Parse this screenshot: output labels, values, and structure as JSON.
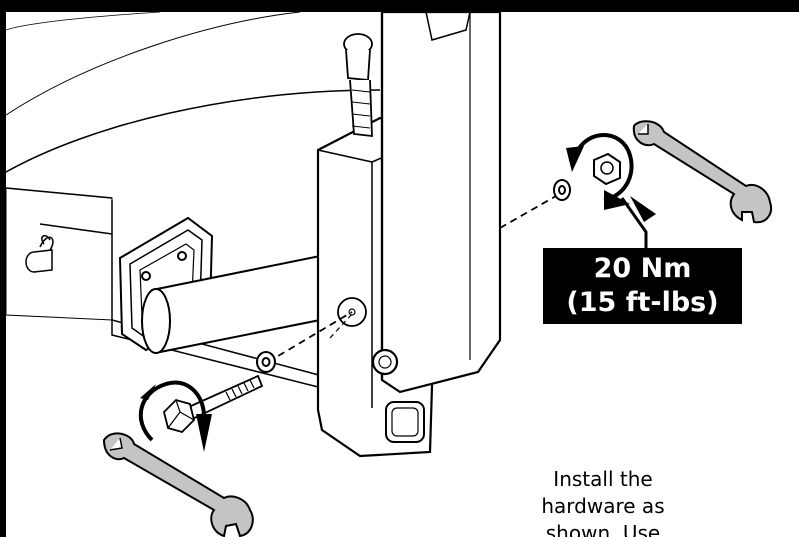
{
  "callout": {
    "torque_metric": "20 Nm",
    "torque_imperial": "(15 ft-lbs)"
  },
  "instruction": {
    "line1": "Install the",
    "line2": "hardware as",
    "line3": "shown. Use"
  },
  "colors": {
    "line": "#000000",
    "wrench_fill": "#c4c4c4",
    "background": "#ffffff",
    "badge": "#000000"
  }
}
